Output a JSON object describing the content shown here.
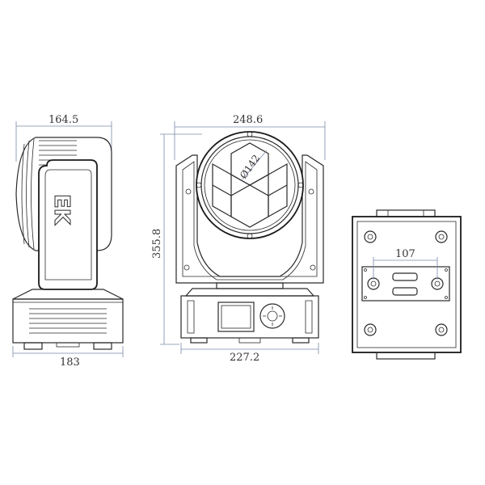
{
  "dimensions": {
    "side_top_width": "164.5",
    "side_base_width": "183",
    "front_top_width": "248.6",
    "front_height": "355.8",
    "front_base_width": "227.2",
    "lens_diameter": "Ø142",
    "bottom_hole_spacing": "107"
  },
  "logo_text": "EK",
  "colors": {
    "line": "#2a2a2a",
    "dimension_line": "#7a8aa8",
    "background": "#ffffff"
  }
}
